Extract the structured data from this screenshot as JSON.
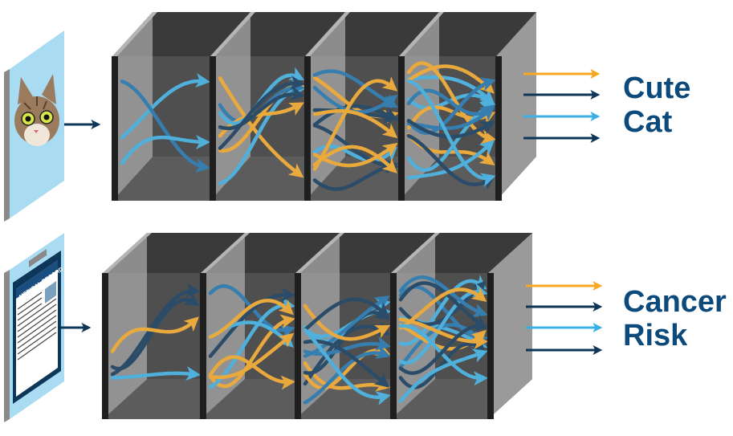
{
  "colors": {
    "orange": "#f7a823",
    "light_blue": "#3bb0e6",
    "mid_blue": "#1b73b0",
    "navy": "#0e3658",
    "label": "#0d4a7c",
    "sky": "#a9dcf3"
  },
  "rows": [
    {
      "input": "cat-image",
      "output_label_lines": [
        "Cute",
        "Cat"
      ],
      "arrow_counts": [
        3,
        8,
        12,
        14
      ]
    },
    {
      "input": "medical-record",
      "input_text": "MEDICAL RECORD",
      "output_label_lines": [
        "Cancer",
        "Risk"
      ],
      "arrow_counts": [
        4,
        8,
        13,
        15
      ]
    }
  ]
}
